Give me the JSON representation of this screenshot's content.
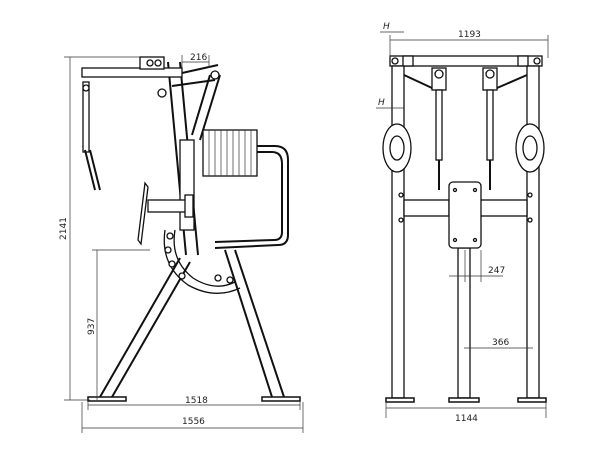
{
  "drawing": {
    "side_view": {
      "dim_top_width": "216",
      "dim_total_height": "2141",
      "dim_seat_height": "937",
      "dim_inner_base": "1518",
      "dim_outer_base": "1556"
    },
    "front_view": {
      "dim_top_width": "1193",
      "dim_top_offset_label": "H",
      "dim_mid_offset_label": "H",
      "dim_center_offset": "247",
      "dim_leg_offset": "366",
      "dim_base_width": "1144"
    }
  }
}
